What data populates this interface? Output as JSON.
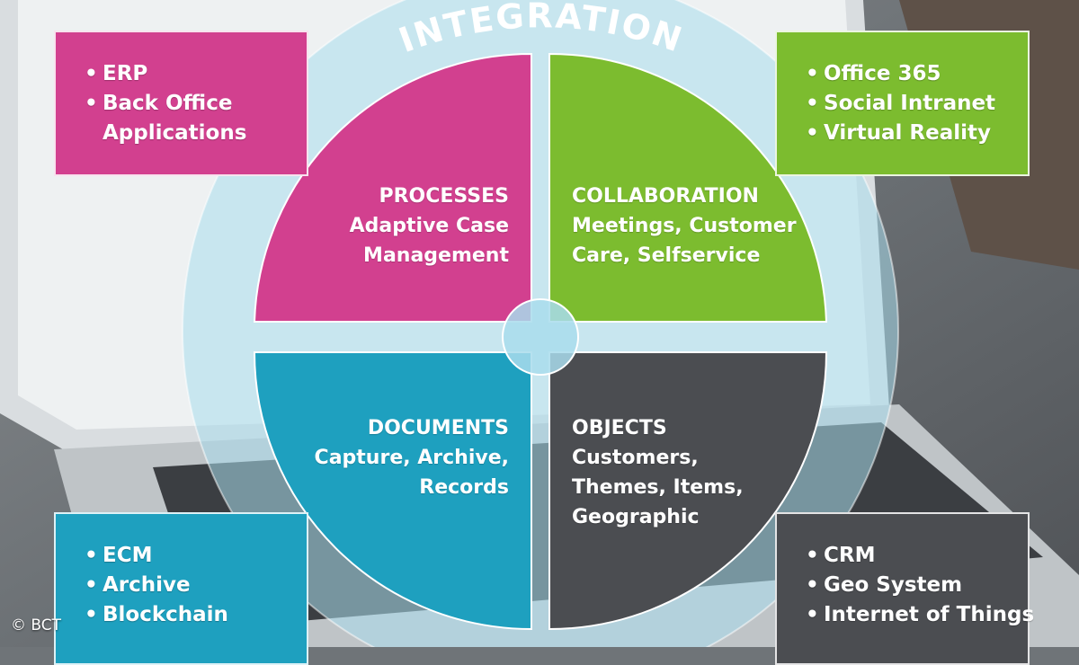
{
  "ring": {
    "title": "INTEGRATION",
    "color": "#a9dcec"
  },
  "quadrants": {
    "processes": {
      "title": "PROCESSES",
      "lines": [
        "Adaptive Case",
        "Management"
      ],
      "color": "#d2408f"
    },
    "collaboration": {
      "title": "COLLABORATION",
      "lines": [
        "Meetings, Customer",
        "Care, Selfservice"
      ],
      "color": "#7cbc2f"
    },
    "documents": {
      "title": "DOCUMENTS",
      "lines": [
        "Capture, Archive,",
        "Records"
      ],
      "color": "#1ea0bf"
    },
    "objects": {
      "title": "OBJECTS",
      "lines": [
        "Customers,",
        "Themes, Items,",
        "Geographic"
      ],
      "color": "#4b4d51"
    }
  },
  "corner_boxes": {
    "top_left": {
      "items": [
        "ERP",
        "Back Office",
        "Applications"
      ]
    },
    "top_right": {
      "items": [
        "Office 365",
        "Social Intranet",
        "Virtual Reality"
      ]
    },
    "bottom_left": {
      "items": [
        "ECM",
        "Archive",
        "Blockchain"
      ]
    },
    "bottom_right": {
      "items": [
        "CRM",
        "Geo System",
        "Internet of Things"
      ]
    }
  },
  "copyright": "© BCT"
}
